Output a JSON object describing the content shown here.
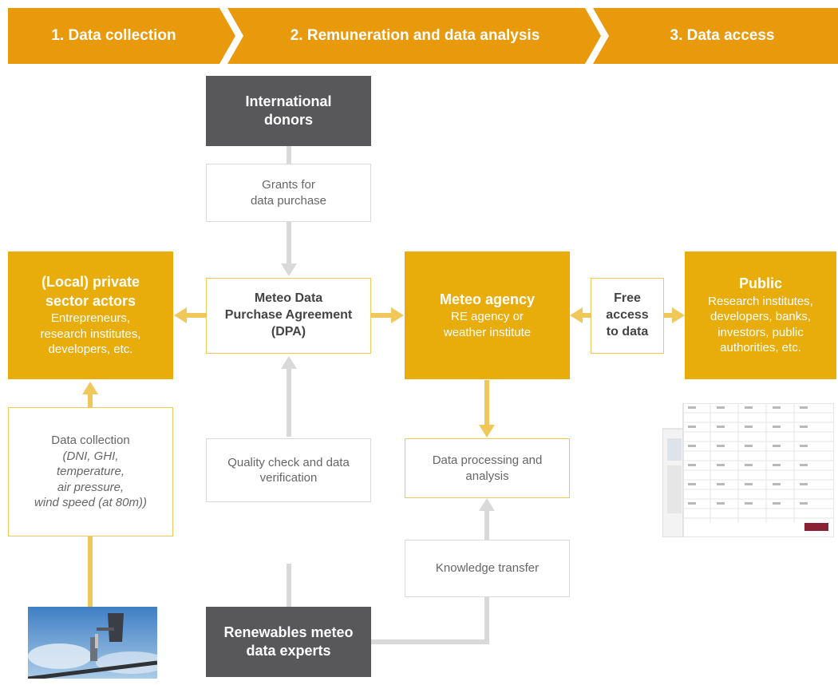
{
  "header": {
    "step1": "1. Data collection",
    "step2": "2. Remuneration and data analysis",
    "step3": "3. Data access"
  },
  "nodes": {
    "international_donors": "International donors",
    "grants": [
      "Grants for",
      "data purchase"
    ],
    "private_sector": {
      "title": [
        "(Local) private",
        "sector actors"
      ],
      "subtitle": [
        "Entrepreneurs,",
        "research institutes,",
        "developers, etc."
      ]
    },
    "dpa": [
      "Meteo Data",
      "Purchase Agreement",
      "(DPA)"
    ],
    "meteo_agency": {
      "title": "Meteo agency",
      "subtitle": [
        "RE agency or",
        "weather institute"
      ]
    },
    "free_access": [
      "Free",
      "access",
      "to data"
    ],
    "public": {
      "title": "Public",
      "subtitle": [
        "Research institutes,",
        "developers, banks,",
        "investors, public",
        "authorities, etc."
      ]
    },
    "data_collection": {
      "title": "Data collection",
      "details": [
        "(DNI, GHI,",
        "temperature,",
        "air pressure,",
        "wind speed (at 80m))"
      ]
    },
    "quality_check": [
      "Quality check and data",
      "verification"
    ],
    "data_processing": [
      "Data processing and",
      "analysis"
    ],
    "knowledge_transfer": "Knowledge transfer",
    "experts": [
      "Renewables meteo",
      "data experts"
    ]
  },
  "colors": {
    "orange_header": "#e89a0c",
    "gold": "#e8ad0b",
    "dark": "#58585a",
    "light_gray_arrow": "#d9d9d9",
    "light_gold_arrow": "#f0c85a"
  }
}
